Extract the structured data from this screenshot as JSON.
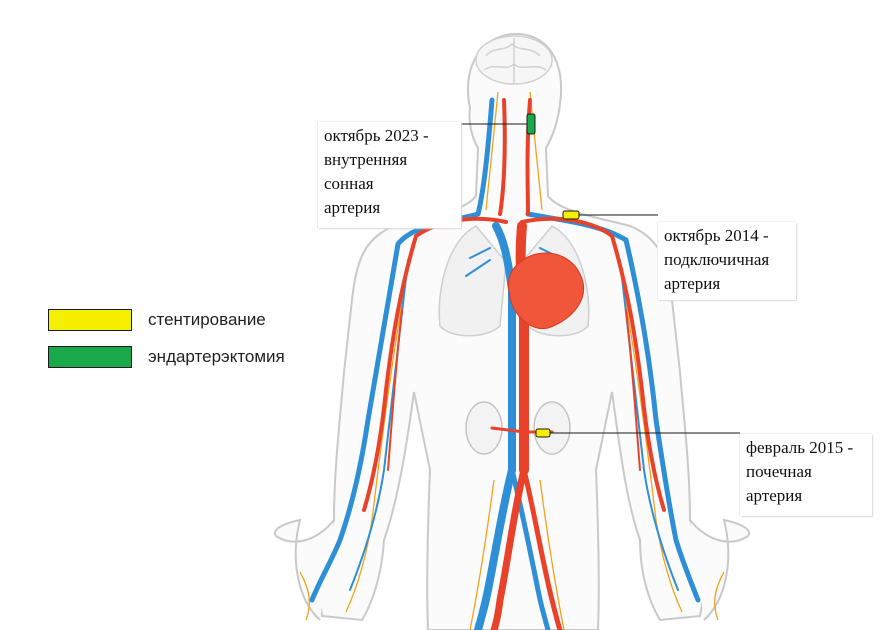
{
  "colors": {
    "stenting": "#f5f000",
    "endarterectomy": "#19a84a",
    "artery": "#e8432a",
    "vein": "#2f8fd6",
    "heart": "#f0563a",
    "nerve": "#f2a21c",
    "body_outline": "#c8c8c8"
  },
  "callouts": {
    "carotid": {
      "treatment": "endarterectomy",
      "lines": [
        "октябрь 2023 -",
        "внутренняя",
        "сонная",
        "артерия"
      ]
    },
    "subclavian": {
      "treatment": "stenting",
      "lines": [
        "октябрь 2014 -",
        "подключичная",
        "артерия"
      ]
    },
    "renal": {
      "treatment": "stenting",
      "lines": [
        "февраль 2015 -",
        "почечная",
        "артерия"
      ]
    }
  },
  "legend": [
    {
      "label": "стентирование",
      "color": "#f5f000"
    },
    {
      "label": "эндартерэктомия",
      "color": "#19a84a"
    }
  ]
}
